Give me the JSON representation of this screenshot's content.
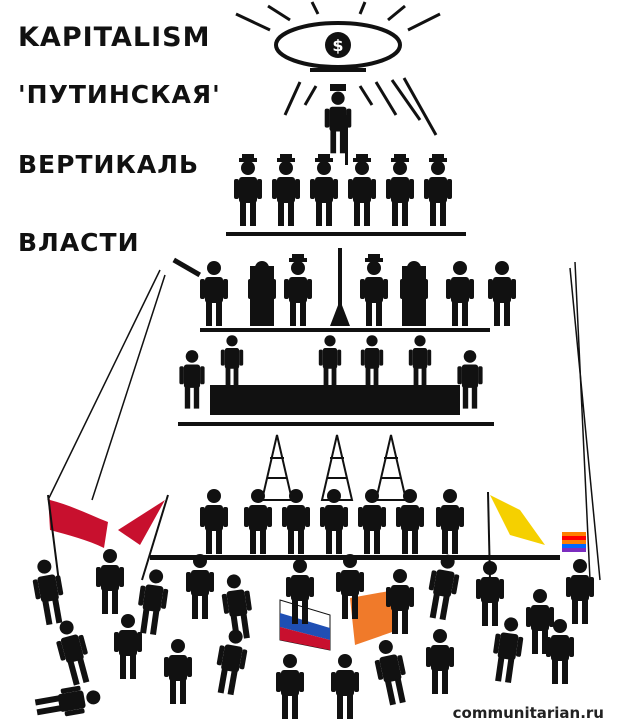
{
  "caption": {
    "line1": "KAPITALISM",
    "line2": "'ПУТИНСКАЯ'",
    "line3": "ВЕРТИКАЛЬ",
    "line4": "ВЛАСТИ"
  },
  "eye_symbol": "$",
  "credit": "communitarian.ru",
  "colors": {
    "ink": "#111111",
    "flag_red": "#c8102e",
    "flag_orange": "#f07a2a",
    "flag_yellow": "#f5d000",
    "flag_white": "#ffffff",
    "flag_blue": "#1f4fb4"
  }
}
